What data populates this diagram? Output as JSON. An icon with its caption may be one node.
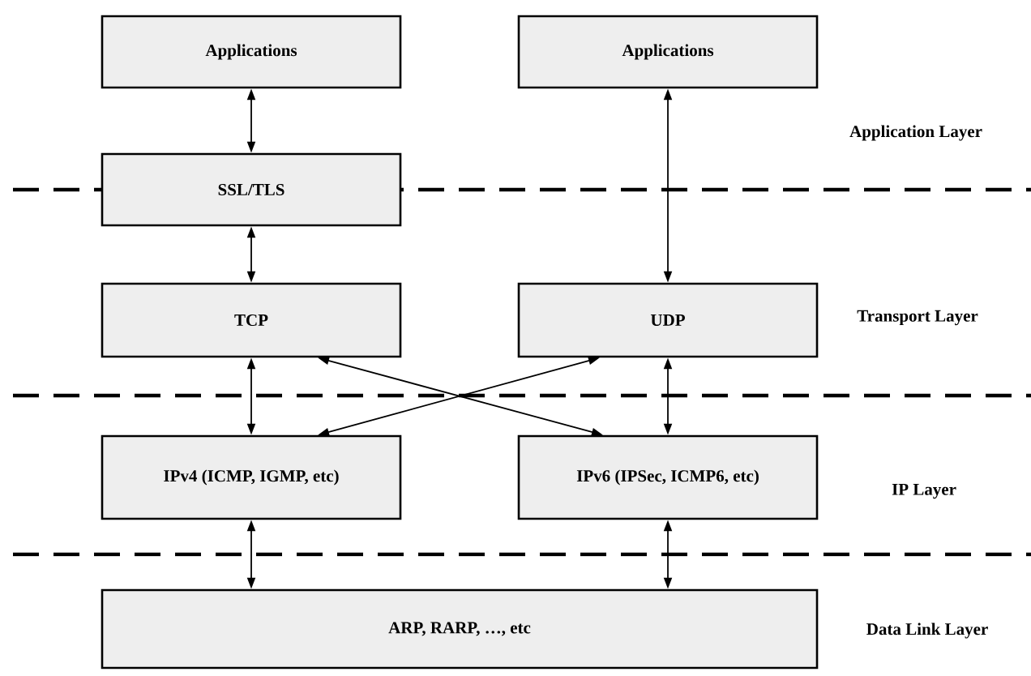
{
  "diagram": {
    "nodes": [
      {
        "text": [
          "Applications"
        ]
      },
      {
        "text": [
          "Applications"
        ]
      },
      {
        "text": [
          "SSL/TLS"
        ]
      },
      {
        "text": [
          "TCP"
        ]
      },
      {
        "text": [
          "UDP"
        ]
      },
      {
        "text": [
          "IPv4 (ICMP, IGMP, etc)"
        ]
      },
      {
        "text": [
          "IPv6 (IPSec, ICMP6, etc)"
        ]
      },
      {
        "text": [
          "ARP, RARP, …, etc"
        ]
      }
    ],
    "edges": [
      {
        "from": 0,
        "to": 2,
        "arrow": "both"
      },
      {
        "from": 1,
        "to": 4,
        "arrow": "both"
      },
      {
        "from": 2,
        "to": 3,
        "arrow": "both"
      },
      {
        "from": 3,
        "to": 5,
        "arrow": "both"
      },
      {
        "from": 3,
        "to": 6,
        "arrow": "both"
      },
      {
        "from": 4,
        "to": 5,
        "arrow": "both"
      },
      {
        "from": 4,
        "to": 6,
        "arrow": "both"
      },
      {
        "from": 5,
        "to": 7,
        "arrow": "both"
      },
      {
        "from": 6,
        "to": 7,
        "arrow": "both"
      }
    ],
    "labels": [
      "Application Layer",
      "Transport Layer",
      "IP Layer",
      "Data Link Layer"
    ]
  }
}
